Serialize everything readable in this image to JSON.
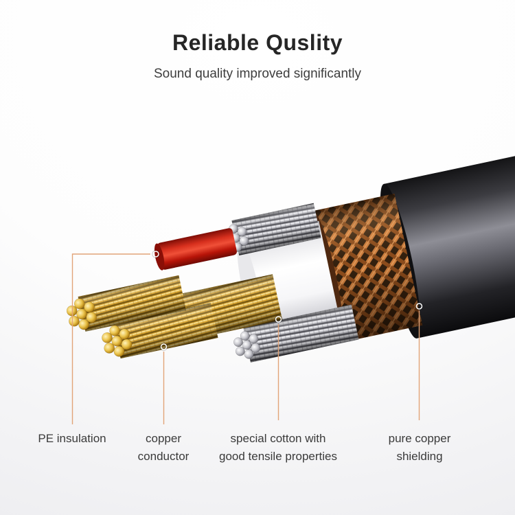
{
  "title": "Reliable Quslity",
  "subtitle": "Sound quality improved significantly",
  "callouts": [
    {
      "line1": "PE insulation",
      "line2": ""
    },
    {
      "line1": "copper",
      "line2": "conductor"
    },
    {
      "line1": "special cotton with",
      "line2": "good tensile properties"
    },
    {
      "line1": "pure copper",
      "line2": "shielding"
    }
  ],
  "colors": {
    "leader_line": "#e2a478",
    "marker_ring": "#ffffff",
    "text_dark": "#3a3a3a",
    "copper_braid": "#c87a3a",
    "gold_conductor": "#e3b53c",
    "red_insulation": "#d42818",
    "cotton_white": "#ffffff",
    "jacket_gray": "#3a3a3e"
  }
}
